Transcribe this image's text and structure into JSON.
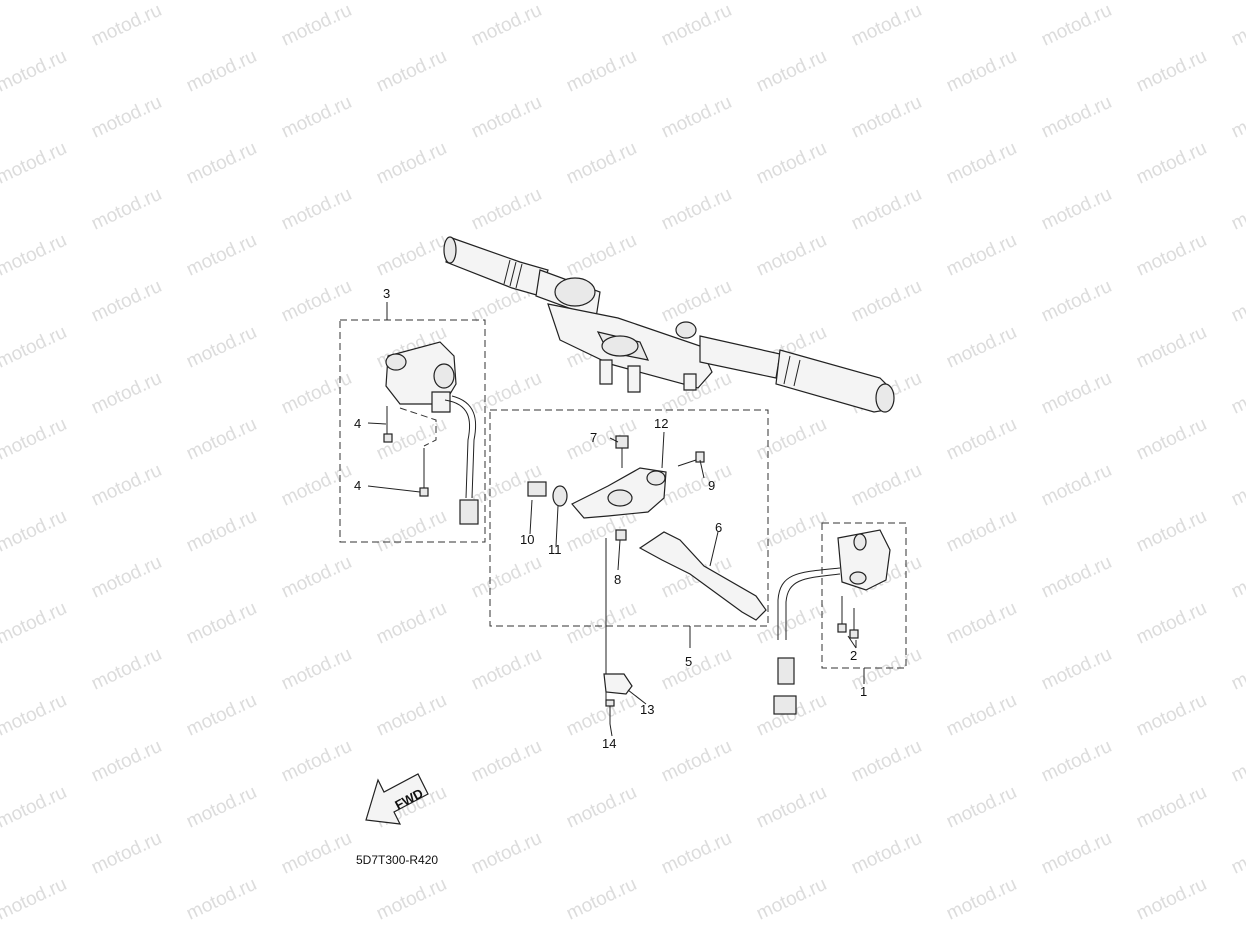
{
  "watermark": {
    "text": "motod.ru",
    "color": "#dcdcdc"
  },
  "callouts": [
    "1",
    "2",
    "3",
    "4",
    "4",
    "5",
    "6",
    "7",
    "8",
    "9",
    "10",
    "11",
    "12",
    "13",
    "14"
  ],
  "fwd_label": "FWD",
  "diagram_code": "5D7T300-R420"
}
